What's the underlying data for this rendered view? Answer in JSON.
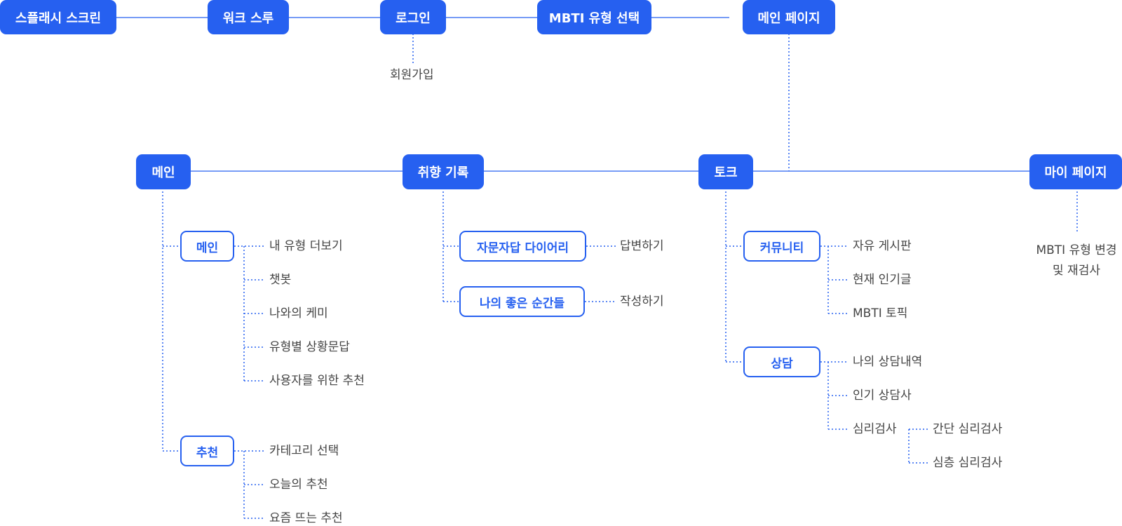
{
  "top_flow": [
    "스플래시 스크린",
    "워크 스루",
    "로그인",
    "MBTI 유형 선택",
    "메인 페이지"
  ],
  "login_sub": "회원가입",
  "sections": {
    "main": {
      "label": "메인",
      "groups": [
        {
          "label": "메인",
          "items": [
            "내 유형 더보기",
            "챗봇",
            "나와의 케미",
            "유형별 상황문답",
            "사용자를 위한 추천"
          ]
        },
        {
          "label": "추천",
          "items": [
            "카테고리 선택",
            "오늘의 추천",
            "요즘 뜨는 추천"
          ]
        }
      ]
    },
    "taste": {
      "label": "취향 기록",
      "groups": [
        {
          "label": "자문자답 다이어리",
          "items": [
            "답변하기"
          ]
        },
        {
          "label": "나의 좋은 순간들",
          "items": [
            "작성하기"
          ]
        }
      ]
    },
    "talk": {
      "label": "토크",
      "groups": [
        {
          "label": "커뮤니티",
          "items": [
            "자유 게시판",
            "현재 인기글",
            "MBTI 토픽"
          ]
        },
        {
          "label": "상담",
          "items": [
            "나의 상담내역",
            "인기 상담사",
            "심리검사"
          ],
          "sub_items": [
            "간단 심리검사",
            "심층 심리검사"
          ]
        }
      ]
    },
    "mypage": {
      "label": "마이 페이지",
      "items": [
        "MBTI 유형 변경",
        "및 재검사"
      ]
    }
  },
  "colors": {
    "primary": "#2660f0",
    "line": "#2660f0",
    "text": "#444444"
  }
}
